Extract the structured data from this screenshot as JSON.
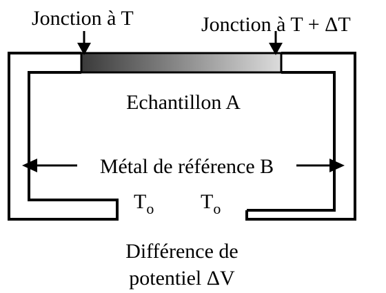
{
  "junction_left": "Jonction à T",
  "junction_right": "Jonction à T + ΔT",
  "sample": "Echantillon A",
  "reference_metal": "Métal de référence B",
  "temp_left": {
    "symbol": "T",
    "subscript": "o"
  },
  "temp_right": {
    "symbol": "T",
    "subscript": "o"
  },
  "voltage_line1": "Différence de",
  "voltage_line2": "potentiel ΔV",
  "colors": {
    "gradient_start": "#3a3a3a",
    "gradient_end": "#dcdcdc",
    "stroke": "#000000"
  }
}
